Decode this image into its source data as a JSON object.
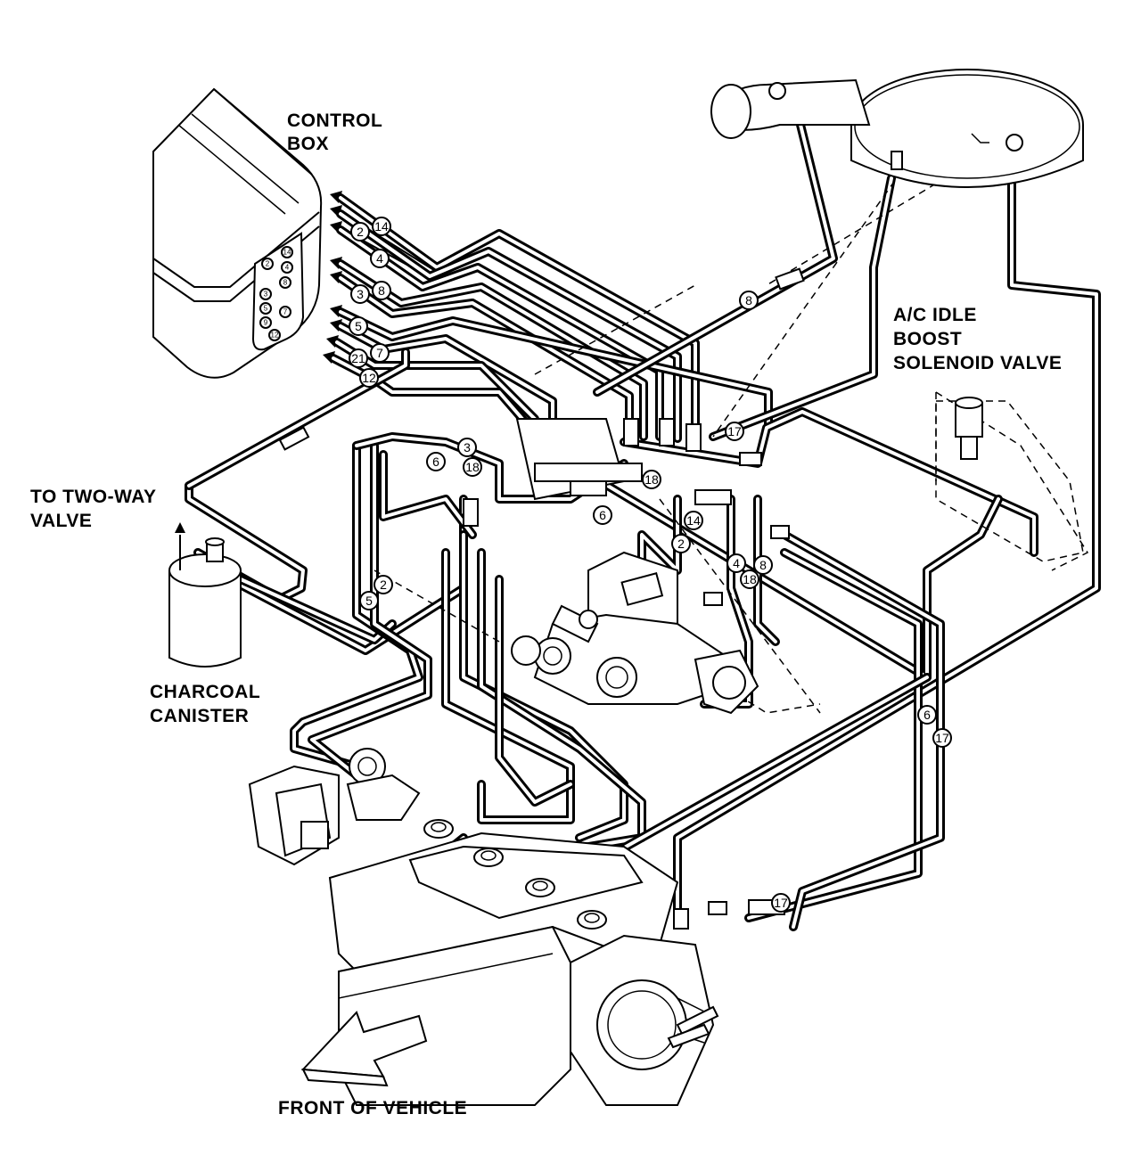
{
  "labels": {
    "control_box": [
      "CONTROL",
      "BOX"
    ],
    "to_two_way_valve": [
      "TO TWO-WAY",
      "VALVE"
    ],
    "charcoal_canister": [
      "CHARCOAL",
      "CANISTER"
    ],
    "ac_idle_boost": [
      "A/C IDLE",
      "BOOST",
      "SOLENOID VALVE"
    ],
    "front_of_vehicle": "FRONT OF VEHICLE"
  },
  "control_box_port_numbers": [
    "2",
    "14",
    "4",
    "8",
    "3",
    "5",
    "7",
    "9",
    "12"
  ],
  "hose_numbers": {
    "n14a": "14",
    "n2a": "2",
    "n4a": "4",
    "n3a": "3",
    "n8a": "8",
    "n5a": "5",
    "n7a": "7",
    "n21": "21",
    "n12": "12",
    "n8b": "8",
    "n17a": "17",
    "n3b": "3",
    "n6a": "6",
    "n18a": "18",
    "n6b": "6",
    "n18b": "18",
    "n14b": "14",
    "n2b": "2",
    "n4b": "4",
    "n8c": "8",
    "n18c": "18",
    "n5b": "5",
    "n2c": "2",
    "n6c": "6",
    "n17b": "17",
    "n17c": "17"
  }
}
